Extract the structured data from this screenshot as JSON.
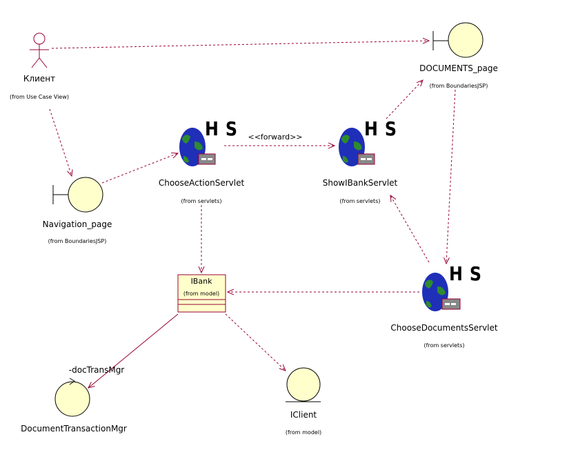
{
  "actor": {
    "name": "Клиент",
    "source": "(from Use Case View)"
  },
  "documents_page": {
    "name": "DOCUMENTS_page",
    "source": "(from BoundariesJSP)"
  },
  "navigation_page": {
    "name": "Navigation_page",
    "source": "(from BoundariesJSP)"
  },
  "choose_action_servlet": {
    "name": "ChooseActionServlet",
    "source": "(from servlets)",
    "stereotype": "H S"
  },
  "show_ibank_servlet": {
    "name": "ShowIBankServlet",
    "source": "(from servlets)",
    "stereotype": "H S"
  },
  "choose_documents_servlet": {
    "name": "ChooseDocumentsServlet",
    "source": "(from servlets)",
    "stereotype": "H S"
  },
  "ibank": {
    "name": "IBank",
    "source": "(from model)"
  },
  "iclient": {
    "name": "IClient",
    "source": "(from model)"
  },
  "doc_trans_mgr": {
    "name": "DocumentTransactionMgr",
    "role": "-docTransMgr"
  },
  "forward_label": "<<forward>>",
  "colors": {
    "element_fill": "#ffffcc",
    "line": "#990033",
    "actor": "#990033",
    "globe": "#1f2fb8",
    "land": "#2e8b2e",
    "box": "#888888"
  }
}
